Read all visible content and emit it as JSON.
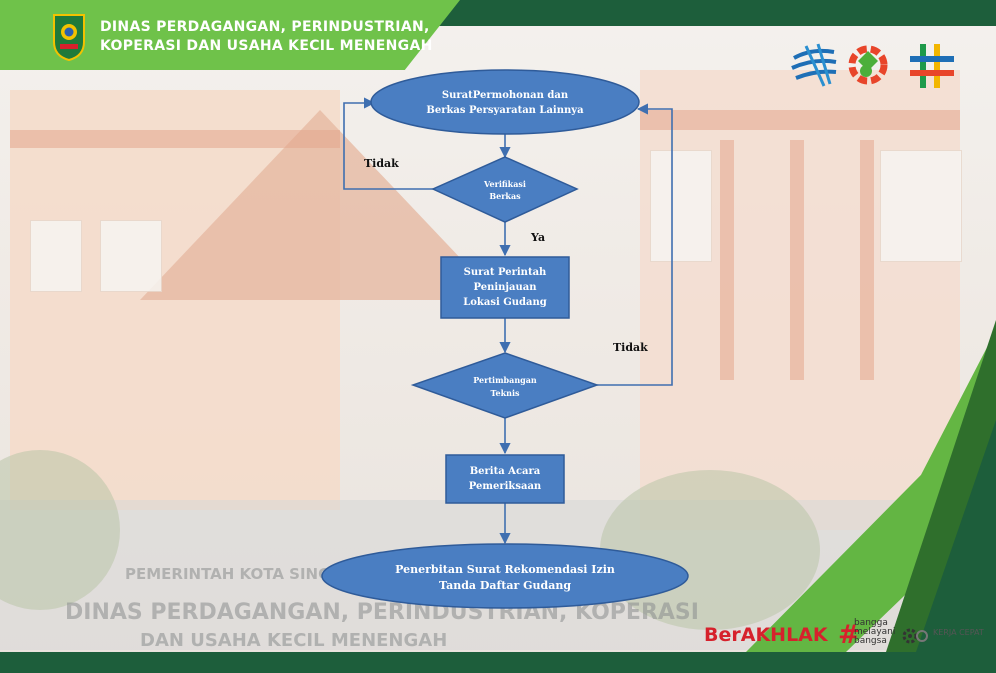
{
  "header": {
    "org_line1": "DINAS PERDAGANGAN, PERINDUSTRIAN,",
    "org_line2": "KOPERASI DAN USAHA KECIL MENENGAH"
  },
  "colors": {
    "header_dark": "#1d5e3b",
    "header_light": "#6fc24a",
    "node_fill": "#4a7ec2",
    "node_stroke": "#2f5b99",
    "arrow": "#3f6fb0",
    "berakhlak_red": "#d6212c"
  },
  "flowchart": {
    "nodes": {
      "start_line1": "SuratPermohonan dan",
      "start_line2": "Berkas Persyaratan Lainnya",
      "verify_line1": "Verifikasi",
      "verify_line2": "Berkas",
      "order_line1": "Surat Perintah",
      "order_line2": "Peninjauan",
      "order_line3": "Lokasi Gudang",
      "consider_line1": "Pertimbangan",
      "consider_line2": "Teknis",
      "minutes_line1": "Berita Acara",
      "minutes_line2": "Pemeriksaan",
      "end_line1": "Penerbitan Surat Rekomendasi Izin",
      "end_line2": "Tanda Daftar Gudang"
    },
    "labels": {
      "no_1": "Tidak",
      "yes": "Ya",
      "no_2": "Tidak"
    }
  },
  "background": {
    "sign_line1": "PEMERINTAH KOTA SINGKAWANG",
    "sign_line2": "DINAS PERDAGANGAN, PERINDUSTRIAN, KOPERASI",
    "sign_line3": "DAN USAHA KECIL MENENGAH"
  },
  "footer": {
    "berakhlak": "BerAKHLAK",
    "bangga_1": "bangga",
    "bangga_2": "melayani",
    "bangga_3": "bangsa",
    "kerja": "KERJA CEPAT"
  },
  "icons": [
    "emblem-icon",
    "logo-cluster-icon",
    "bangga-hash-icon",
    "kerja-gear-icon"
  ]
}
